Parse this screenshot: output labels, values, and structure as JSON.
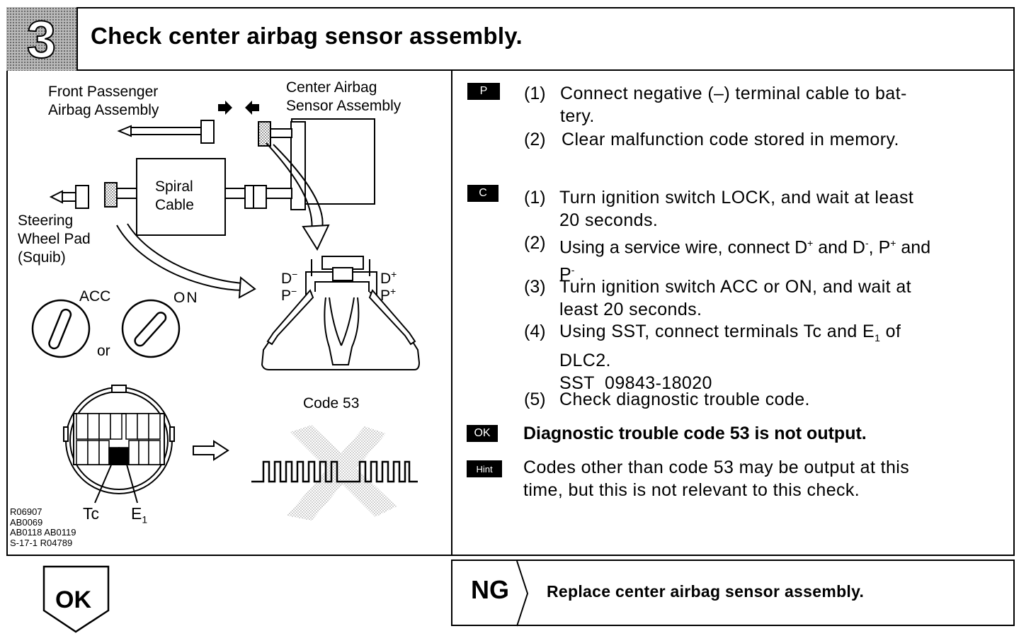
{
  "header": {
    "step_number": "3",
    "title": "Check center airbag sensor assembly."
  },
  "diagram": {
    "front_passenger_label": [
      "Front Passenger",
      "Airbag Assembly"
    ],
    "center_sensor_label": [
      "Center Airbag",
      "Sensor Assembly"
    ],
    "spiral_cable_label": [
      "Spiral",
      "Cable"
    ],
    "steering_label": [
      "Steering",
      "Wheel Pad",
      "(Squib)"
    ],
    "acc_label": "ACC",
    "on_label": "ON",
    "or_label": "or",
    "terminal_d_minus": "D",
    "terminal_p_minus": "P",
    "terminal_d_plus": "D",
    "terminal_p_plus": "P",
    "code_label": "Code 53",
    "tc_label": "Tc",
    "e1_label": "E",
    "e1_sub": "1",
    "refs": [
      "R06907",
      "AB0069",
      "AB0118 AB0119",
      "S-17-1 R04789"
    ]
  },
  "procedure_p": {
    "tag": "P",
    "steps": [
      {
        "num": "(1)",
        "lines": [
          "Connect negative (–) terminal cable to bat-",
          "tery."
        ]
      },
      {
        "num": "(2)",
        "lines": [
          "Clear malfunction code stored in memory."
        ]
      }
    ]
  },
  "procedure_c": {
    "tag": "C",
    "s1": {
      "num": "(1)",
      "l1": "Turn ignition switch LOCK, and wait at least",
      "l2": "20 seconds."
    },
    "s2": {
      "num": "(2)",
      "pre": "Using a service wire, connect D",
      "p1": "+",
      "mid1": " and D",
      "p2": "-",
      "mid2": ", P",
      "p3": "+",
      "mid3": " and",
      "l2a": "P",
      "p4": "-",
      "l2b": " ."
    },
    "s3": {
      "num": "(3)",
      "l1": "Turn ignition switch ACC or ON, and wait at",
      "l2": "least 20 seconds."
    },
    "s4": {
      "num": "(4)",
      "l1a": "Using SST, connect terminals Tc and E",
      "sub": "1",
      "l1b": " of",
      "l2": "DLC2.",
      "l3": "SST  09843-18020"
    },
    "s5": {
      "num": "(5)",
      "l1": "Check diagnostic trouble code."
    }
  },
  "ok_result": {
    "tag": "OK",
    "text": "Diagnostic trouble code 53 is not output."
  },
  "hint": {
    "tag": "Hint",
    "lines": [
      "Codes other than code 53 may be output at this",
      "time, but this is not relevant to this check."
    ]
  },
  "ok_button": {
    "label": "OK"
  },
  "ng_result": {
    "label": "NG",
    "text": "Replace center airbag sensor assembly."
  }
}
